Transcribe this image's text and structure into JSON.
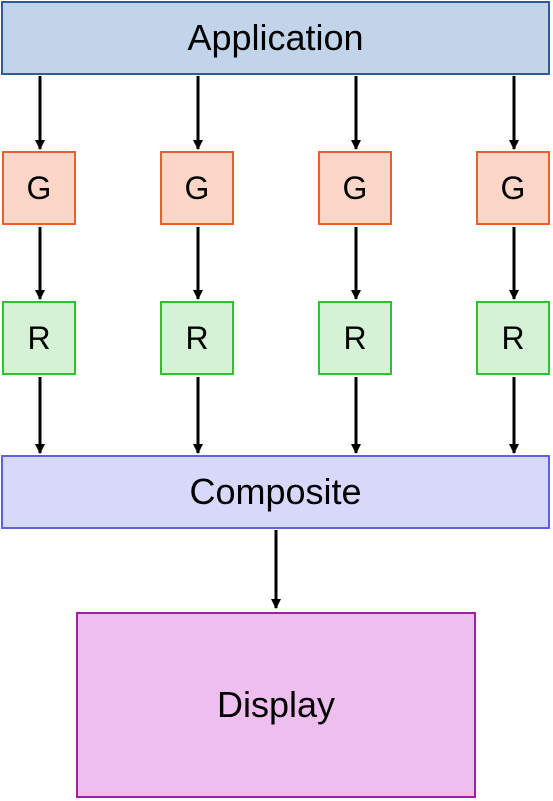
{
  "nodes": {
    "application": {
      "label": "Application",
      "fill": "#c2d4ea",
      "stroke": "#2f5c92"
    },
    "composite": {
      "label": "Composite",
      "fill": "#d8d8fb",
      "stroke": "#6060e0"
    },
    "display": {
      "label": "Display",
      "fill": "#eebfee",
      "stroke": "#a020a0"
    },
    "columns": [
      {
        "geometry": {
          "label": "G"
        },
        "render": {
          "label": "R"
        }
      },
      {
        "geometry": {
          "label": "G"
        },
        "render": {
          "label": "R"
        }
      },
      {
        "geometry": {
          "label": "G"
        },
        "render": {
          "label": "R"
        }
      },
      {
        "geometry": {
          "label": "G"
        },
        "render": {
          "label": "R"
        }
      }
    ],
    "geometry_style": {
      "fill": "#fcd6c6",
      "stroke": "#e8602c"
    },
    "render_style": {
      "fill": "#d6f2d6",
      "stroke": "#30c030"
    }
  },
  "edge_color": "#000000"
}
